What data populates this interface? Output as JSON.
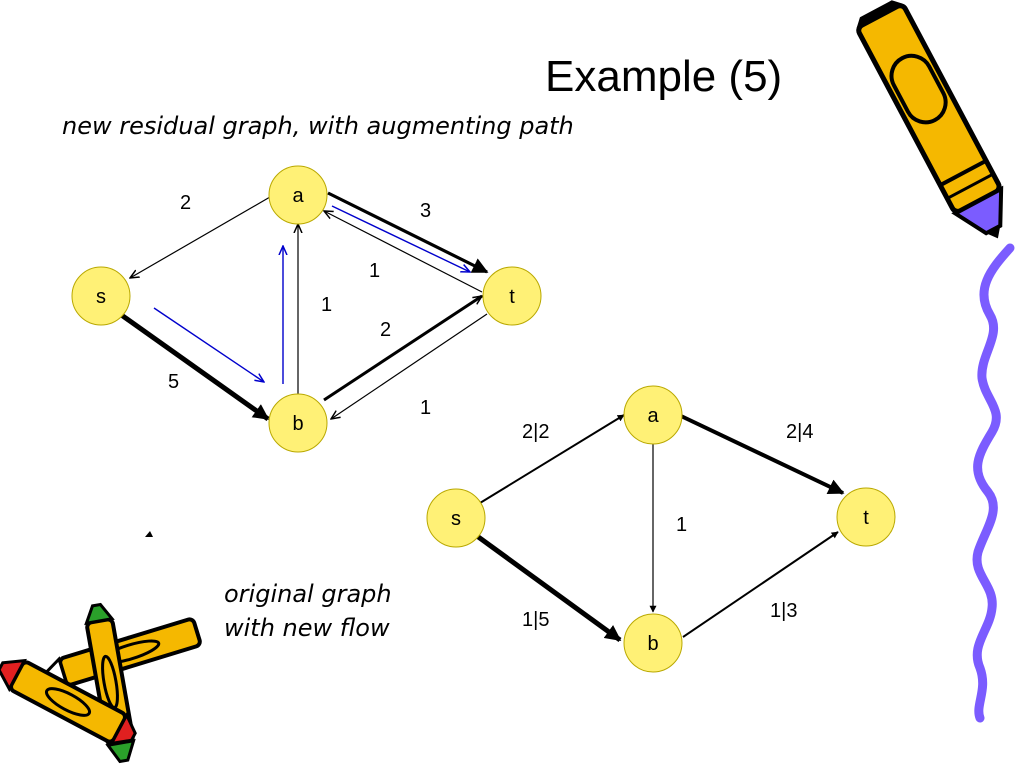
{
  "slide": {
    "title": "Example (5)",
    "subtitle": "new residual graph, with augmenting path",
    "caption_line1": "original graph",
    "caption_line2": "with new flow"
  },
  "colors": {
    "node_fill": "#fff176",
    "node_stroke": "#b9a800",
    "edge": "#000000",
    "augmenting_path": "#0000cc",
    "crayon_body": "#f5b800",
    "crayon_tip_blue": "#7b5cff",
    "crayon_tip_red": "#e02020",
    "crayon_tip_green": "#2aa02a",
    "squiggle": "#7b5cff"
  },
  "residual_graph": {
    "nodes": {
      "s": "s",
      "a": "a",
      "b": "b",
      "t": "t"
    },
    "edges": {
      "a_s": "2",
      "a_t": "3",
      "t_a": "1",
      "b_a": "1",
      "s_b": "5",
      "b_t": "2",
      "t_b": "1"
    }
  },
  "flow_graph": {
    "nodes": {
      "s": "s",
      "a": "a",
      "b": "b",
      "t": "t"
    },
    "edges": {
      "s_a": "2|2",
      "a_t": "2|4",
      "a_b": "1",
      "s_b": "1|5",
      "b_t": "1|3"
    }
  },
  "icons": {
    "crayon_top_right": "crayon-icon",
    "crayons_bottom_left": "crayons-icon",
    "squiggle_border": "squiggle-decoration"
  }
}
